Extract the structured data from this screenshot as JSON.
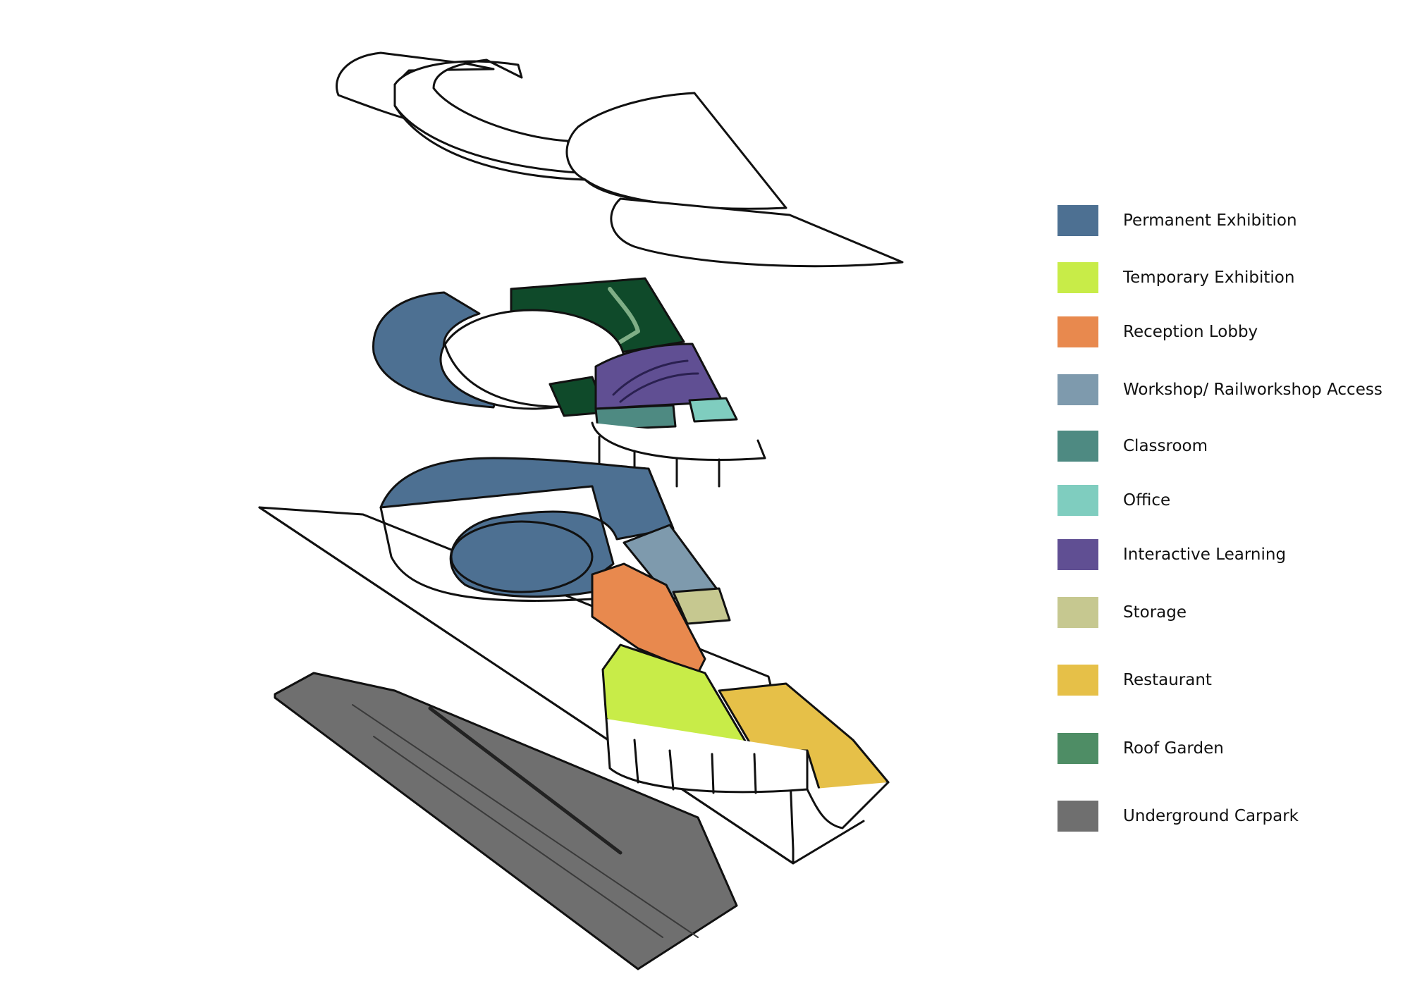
{
  "legend": [
    {
      "label": "Permanent Exhibition",
      "color": "#4d7092"
    },
    {
      "label": "Temporary Exhibition",
      "color": "#c8ec48"
    },
    {
      "label": "Reception Lobby",
      "color": "#e8894e"
    },
    {
      "label": "Workshop/ Railworkshop Access",
      "color": "#7e9aad"
    },
    {
      "label": "Classroom",
      "color": "#4e8a82"
    },
    {
      "label": "Office",
      "color": "#7fcdbf"
    },
    {
      "label": "Interactive Learning",
      "color": "#604f93"
    },
    {
      "label": "Storage",
      "color": "#c6c890"
    },
    {
      "label": "Restaurant",
      "color": "#e6c048"
    },
    {
      "label": "Roof Garden",
      "color": "#4e8d65"
    },
    {
      "label": "Underground Carpark",
      "color": "#6f6f6f"
    }
  ]
}
